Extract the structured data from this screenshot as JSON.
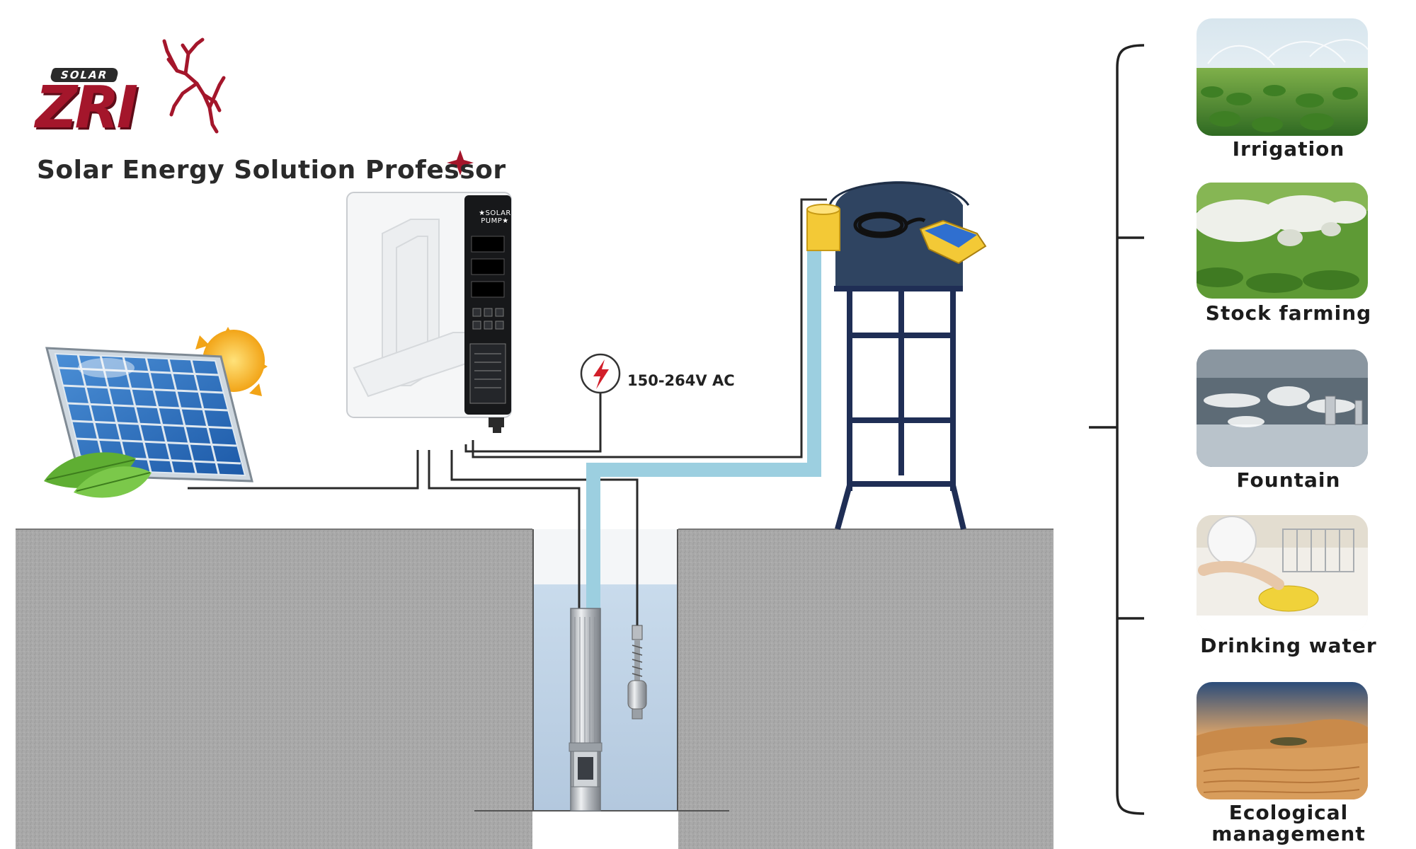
{
  "brand": {
    "logo_small": "SOLAR",
    "logo_main": "ZRI",
    "tagline": "Solar Energy Solution Professor"
  },
  "controller": {
    "panel_title": "★SOLAR PUMP★"
  },
  "power_source": {
    "voltage": "150-264V AC"
  },
  "applications": [
    {
      "label": "Irrigation",
      "icon": "irrigation-photo"
    },
    {
      "label": "Stock  farming",
      "icon": "sheep-grazing-photo"
    },
    {
      "label": "Fountain",
      "icon": "fountain-photo"
    },
    {
      "label": "Drinking water",
      "icon": "kitchen-sink-photo"
    },
    {
      "label": "Ecological\nmanagement",
      "icon": "desert-photo"
    }
  ],
  "colors": {
    "brand_red": "#a4162b",
    "water_pipe": "#9ccfe0",
    "tower": "#1f2e55",
    "ground": "#a8a8a8"
  }
}
